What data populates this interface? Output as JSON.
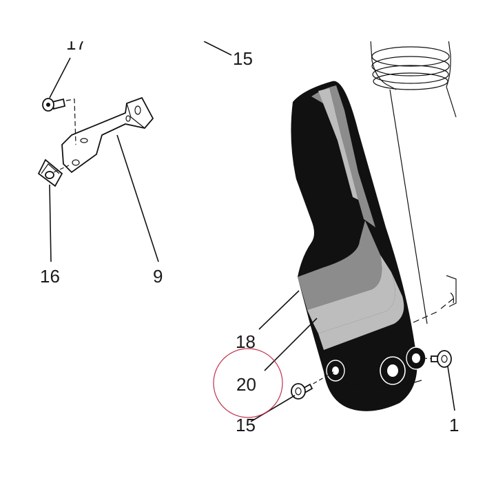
{
  "callouts": {
    "c17": "17",
    "c15_top": "15",
    "c16": "16",
    "c9": "9",
    "c18": "18",
    "c20": "20",
    "c15_bottom": "15",
    "c1_right": "1"
  },
  "colors": {
    "guard_black": "#111111",
    "stripe_dark_gray": "#8c8c8c",
    "stripe_light_gray": "#bdbdbd",
    "highlight_circle": "#c0304a"
  }
}
